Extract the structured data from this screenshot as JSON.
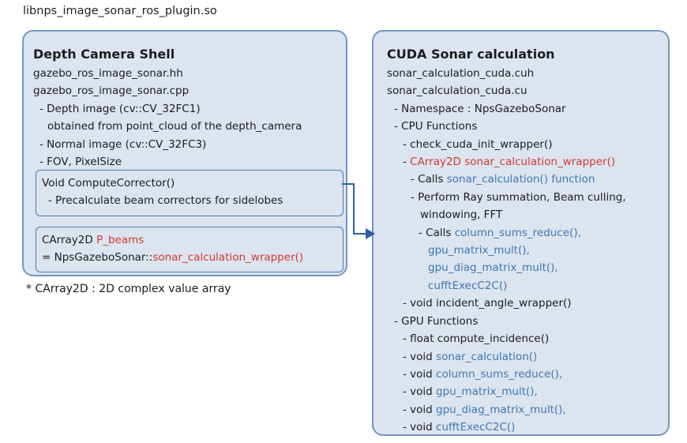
{
  "page_title": "libnps_image_sonar_ros_plugin.so",
  "footnote": "* CArray2D : 2D complex value array",
  "colors": {
    "dark": "#1c1c1c",
    "red": "#cf3a37",
    "blue": "#3c78b4",
    "box_fill": "#dce4ef",
    "outer_border": "#7695c3",
    "inner_border": "#4e79af",
    "connector": "#2d5fa4"
  },
  "left_box": {
    "title": "Depth Camera Shell",
    "lines": [
      {
        "indent": 0,
        "segments": [
          {
            "t": "gazebo_ros_image_sonar.hh",
            "c": "dark"
          }
        ]
      },
      {
        "indent": 0,
        "segments": [
          {
            "t": "gazebo_ros_image_sonar.cpp",
            "c": "dark"
          }
        ]
      },
      {
        "indent": 8,
        "segments": [
          {
            "t": "- Depth image (cv::CV_32FC1)",
            "c": "dark"
          }
        ]
      },
      {
        "indent": 18,
        "segments": [
          {
            "t": "obtained from point_cloud of the depth_camera",
            "c": "dark"
          }
        ]
      },
      {
        "indent": 8,
        "segments": [
          {
            "t": "- Normal image (cv::CV_32FC3)",
            "c": "dark"
          }
        ]
      },
      {
        "indent": 8,
        "segments": [
          {
            "t": "- FOV, PixelSize",
            "c": "dark"
          }
        ]
      }
    ],
    "compute_corrector": {
      "lines": [
        {
          "indent": 0,
          "segments": [
            {
              "t": "Void ComputeCorrector()",
              "c": "dark"
            }
          ]
        },
        {
          "indent": 8,
          "segments": [
            {
              "t": "- Precalculate beam correctors for sidelobes",
              "c": "dark"
            }
          ]
        }
      ]
    },
    "p_beams": {
      "lines": [
        {
          "indent": 0,
          "segments": [
            {
              "t": "CArray2D ",
              "c": "dark"
            },
            {
              "t": "P_beams",
              "c": "red"
            }
          ]
        },
        {
          "indent": 0,
          "segments": [
            {
              "t": "= NpsGazeboSonar::",
              "c": "dark"
            },
            {
              "t": "sonar_calculation_wrapper()",
              "c": "red"
            }
          ]
        }
      ]
    }
  },
  "right_box": {
    "title": "CUDA Sonar calculation",
    "lines": [
      {
        "indent": 0,
        "segments": [
          {
            "t": "sonar_calculation_cuda.cuh",
            "c": "dark"
          }
        ]
      },
      {
        "indent": 0,
        "segments": [
          {
            "t": "sonar_calculation_cuda.cu",
            "c": "dark"
          }
        ]
      },
      {
        "indent": 9,
        "segments": [
          {
            "t": "- Namespace : NpsGazeboSonar",
            "c": "dark"
          }
        ]
      },
      {
        "indent": 9,
        "segments": [
          {
            "t": "- CPU Functions",
            "c": "dark"
          }
        ]
      },
      {
        "indent": 20,
        "segments": [
          {
            "t": "- check_cuda_init_wrapper()",
            "c": "dark"
          }
        ]
      },
      {
        "indent": 20,
        "segments": [
          {
            "t": "- ",
            "c": "dark"
          },
          {
            "t": "CArray2D sonar_calculation_wrapper()",
            "c": "red"
          }
        ]
      },
      {
        "indent": 30,
        "segments": [
          {
            "t": "- Calls ",
            "c": "dark"
          },
          {
            "t": "sonar_calculation() function",
            "c": "blue"
          }
        ]
      },
      {
        "indent": 30,
        "segments": [
          {
            "t": "- Perform Ray summation, Beam culling,",
            "c": "dark"
          }
        ]
      },
      {
        "indent": 42,
        "segments": [
          {
            "t": "windowing, FFT",
            "c": "dark"
          }
        ]
      },
      {
        "indent": 40,
        "segments": [
          {
            "t": "- Calls ",
            "c": "dark"
          },
          {
            "t": "column_sums_reduce(),",
            "c": "blue"
          }
        ]
      },
      {
        "indent": 52,
        "segments": [
          {
            "t": "gpu_matrix_mult(),",
            "c": "blue"
          }
        ]
      },
      {
        "indent": 52,
        "segments": [
          {
            "t": "gpu_diag_matrix_mult(),",
            "c": "blue"
          }
        ]
      },
      {
        "indent": 52,
        "segments": [
          {
            "t": "cufftExecC2C()",
            "c": "blue"
          }
        ]
      },
      {
        "indent": 20,
        "segments": [
          {
            "t": "- void incident_angle_wrapper()",
            "c": "dark"
          }
        ]
      },
      {
        "indent": 9,
        "segments": [
          {
            "t": "- GPU Functions",
            "c": "dark"
          }
        ]
      },
      {
        "indent": 20,
        "segments": [
          {
            "t": "- float compute_incidence()",
            "c": "dark"
          }
        ]
      },
      {
        "indent": 20,
        "segments": [
          {
            "t": "- void ",
            "c": "dark"
          },
          {
            "t": "sonar_calculation()",
            "c": "blue"
          }
        ]
      },
      {
        "indent": 20,
        "segments": [
          {
            "t": "- void ",
            "c": "dark"
          },
          {
            "t": "column_sums_reduce(),",
            "c": "blue"
          }
        ]
      },
      {
        "indent": 20,
        "segments": [
          {
            "t": "- void ",
            "c": "dark"
          },
          {
            "t": "gpu_matrix_mult(),",
            "c": "blue"
          }
        ]
      },
      {
        "indent": 20,
        "segments": [
          {
            "t": "- void ",
            "c": "dark"
          },
          {
            "t": "gpu_diag_matrix_mult(),",
            "c": "blue"
          }
        ]
      },
      {
        "indent": 20,
        "segments": [
          {
            "t": "- void ",
            "c": "dark"
          },
          {
            "t": "cufftExecC2C()",
            "c": "blue"
          }
        ]
      }
    ]
  }
}
